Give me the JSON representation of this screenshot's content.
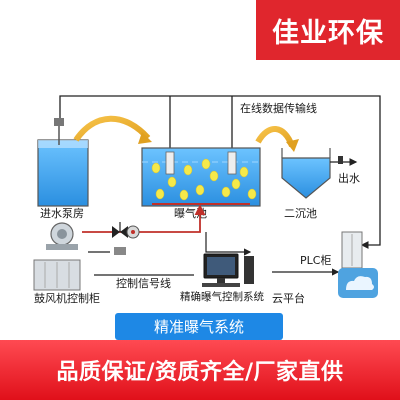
{
  "brand": {
    "name": "佳业环保"
  },
  "labels": {
    "data_line": "在线数据传输线",
    "inlet_pump_room": "进水泵房",
    "aeration_tank": "曝气池",
    "secondary_clarifier": "二沉池",
    "outlet": "出水",
    "plc_cabinet": "PLC柜",
    "control_signal_line": "控制信号线",
    "blower_control_cabinet": "鼓风机控制柜",
    "precision_aeration_system": "精确曝气控制系统",
    "cloud_platform": "云平台"
  },
  "system_title": "精准曝气系统",
  "footer_text": "品质保证/资质齐全/厂家直供",
  "colors": {
    "brand_red": "#e0262d",
    "water_blue": "#3fa9f5",
    "bubble_yellow": "#f5e94a",
    "pipe_red": "#c0302a",
    "title_blue": "#1e88e5"
  },
  "icons": [
    "computer-icon",
    "cloud-icon",
    "blower-icon",
    "valve-icon",
    "sensor-icon",
    "flow-arrow-icon"
  ]
}
